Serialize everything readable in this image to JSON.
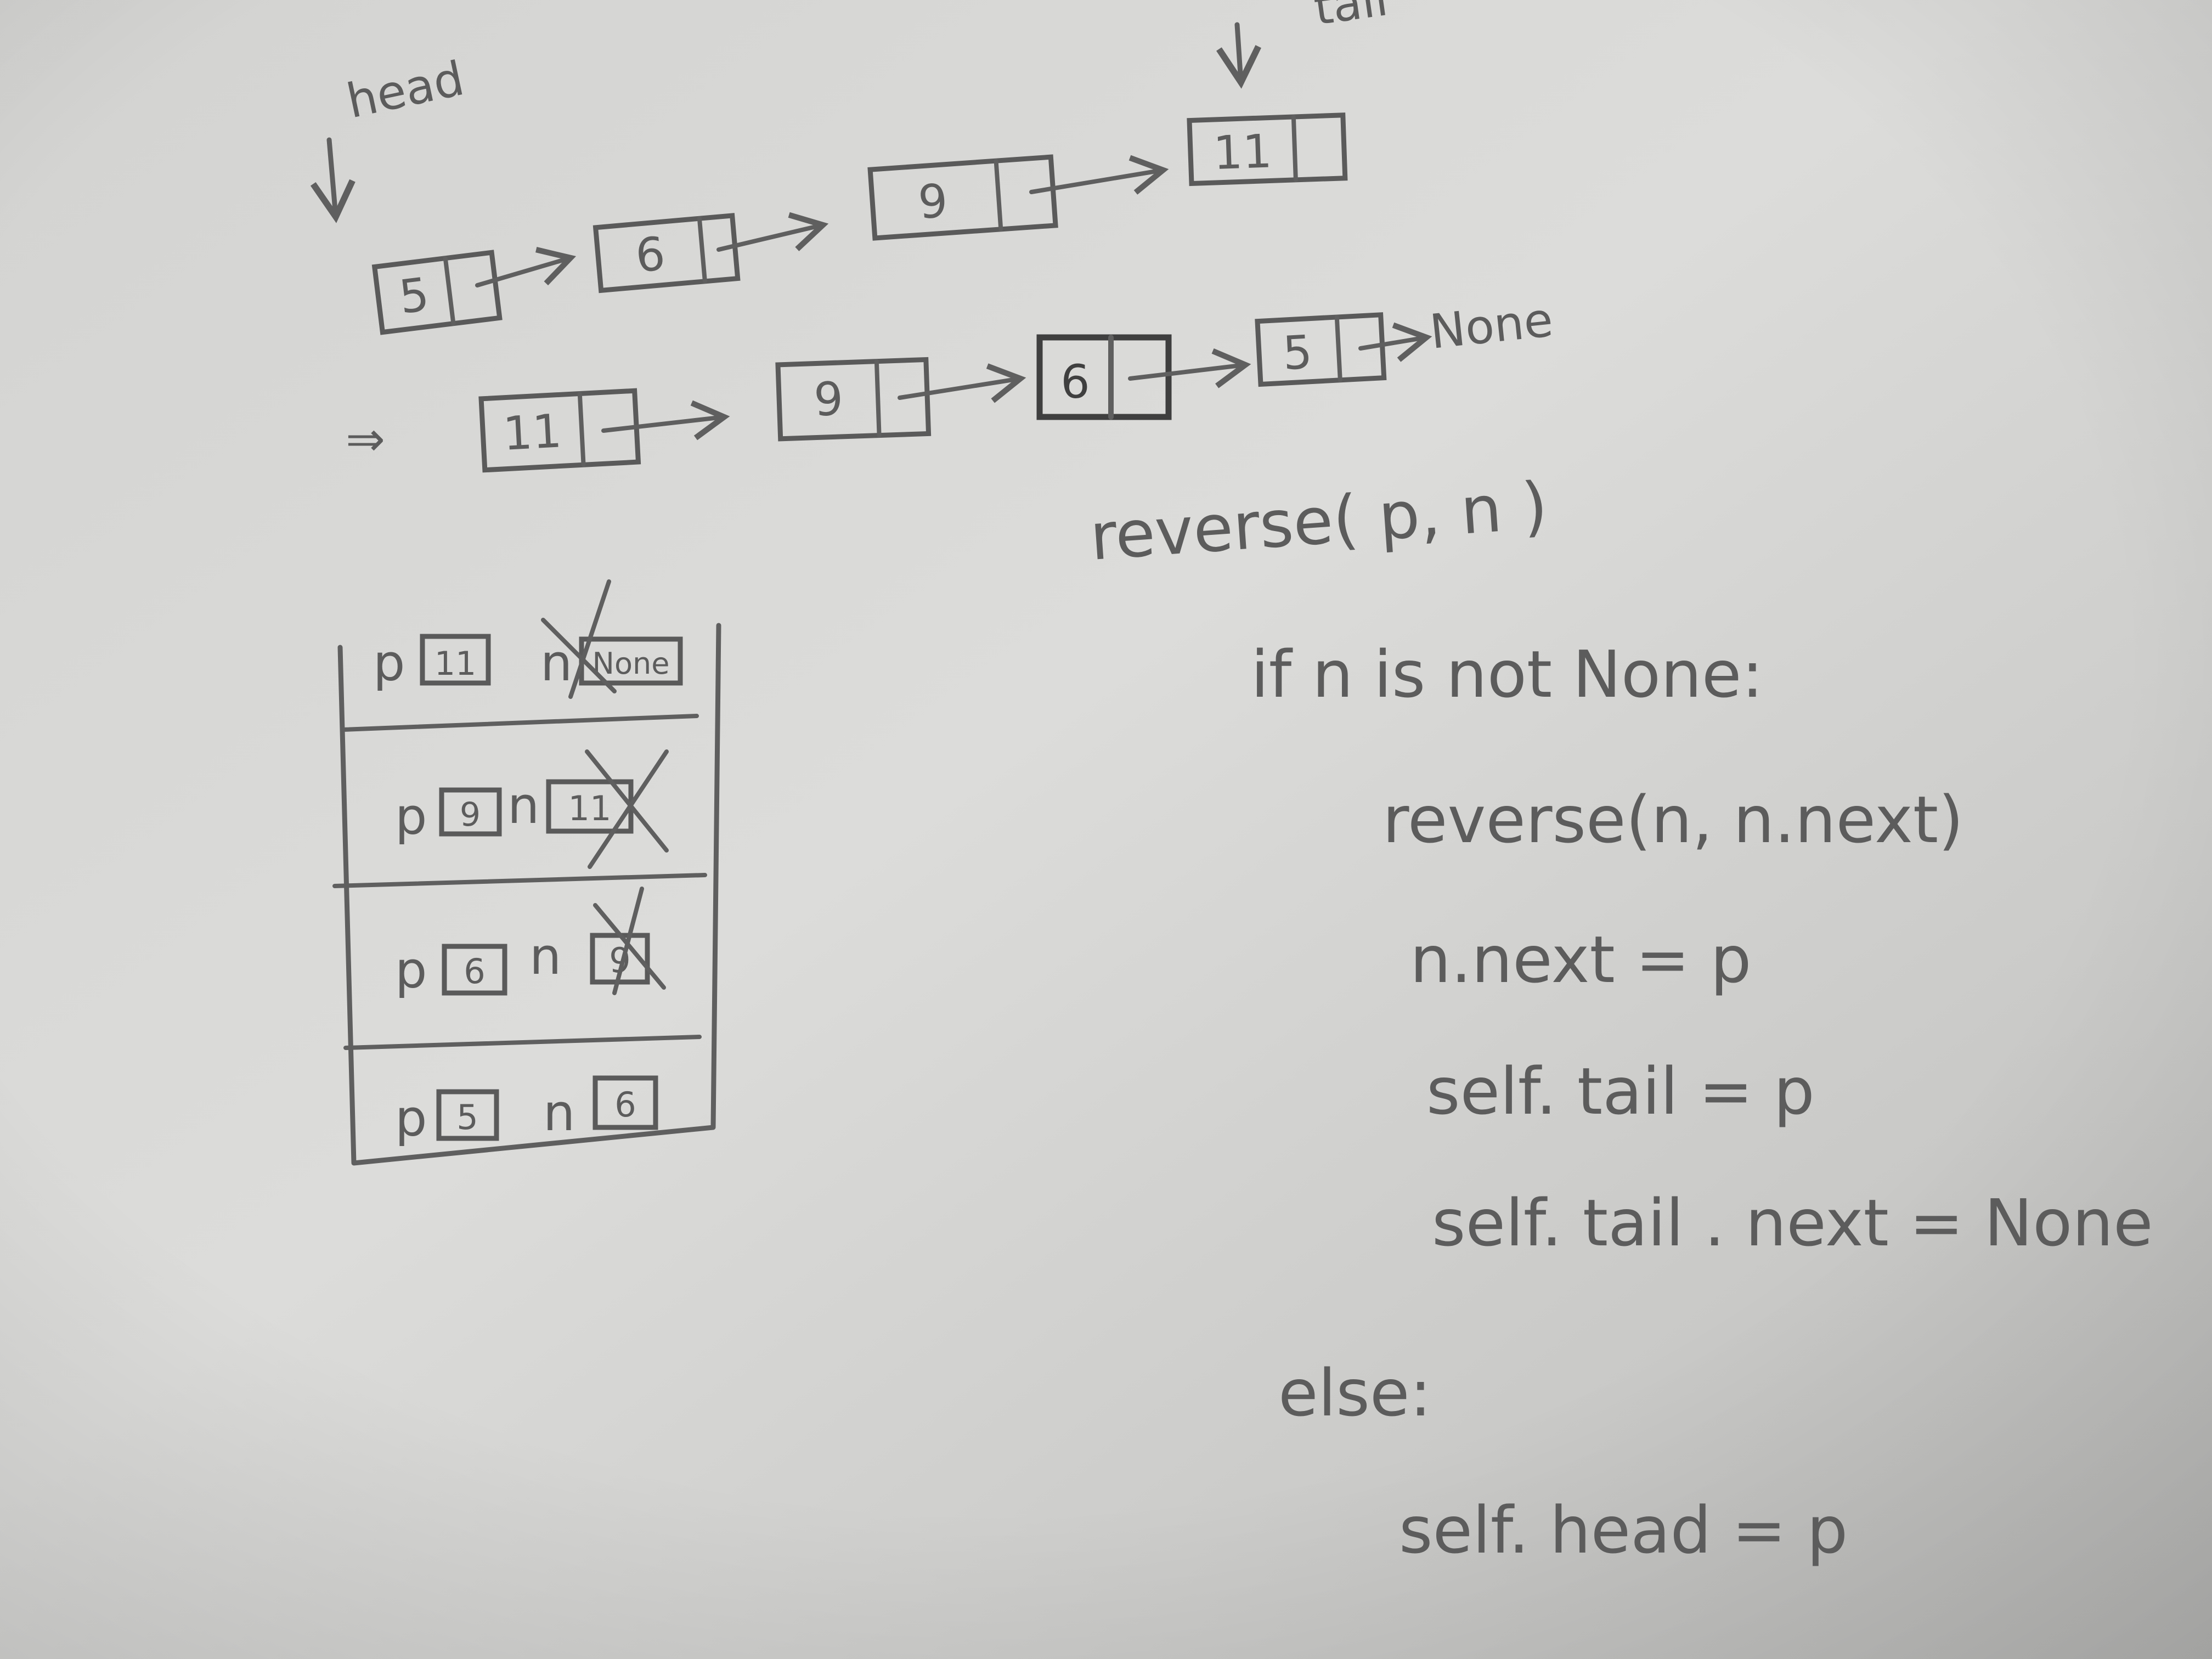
{
  "photo": {
    "paper_color": "#d6d6d4",
    "ink_color": "#5c5c5c"
  },
  "top_list": {
    "head_label": "head",
    "tail_label": "tail",
    "nodes": [
      "5",
      "6",
      "9",
      "11"
    ]
  },
  "reversed_list": {
    "prefix": "⇒",
    "nodes": [
      "11",
      "9",
      "6",
      "5"
    ],
    "end_label": "None"
  },
  "code": {
    "line1": "reverse( p,      n  )",
    "line2": "if  n is  not  None:",
    "line3": "reverse(n,  n.next)",
    "line4": "n.next = p",
    "line5": "self. tail = p",
    "line6": "self. tail . next = None",
    "line7": "else:",
    "line8": "self. head = p"
  },
  "stack": {
    "frames": [
      {
        "p_label": "p",
        "p_value": "11",
        "n_label": "n",
        "n_value": "None"
      },
      {
        "p_label": "p",
        "p_value": "9",
        "n_label": "n",
        "n_value": "11"
      },
      {
        "p_label": "p",
        "p_value": "6",
        "n_label": "n",
        "n_value": "9"
      },
      {
        "p_label": "p",
        "p_value": "5",
        "n_label": "n",
        "n_value": "6"
      }
    ]
  }
}
